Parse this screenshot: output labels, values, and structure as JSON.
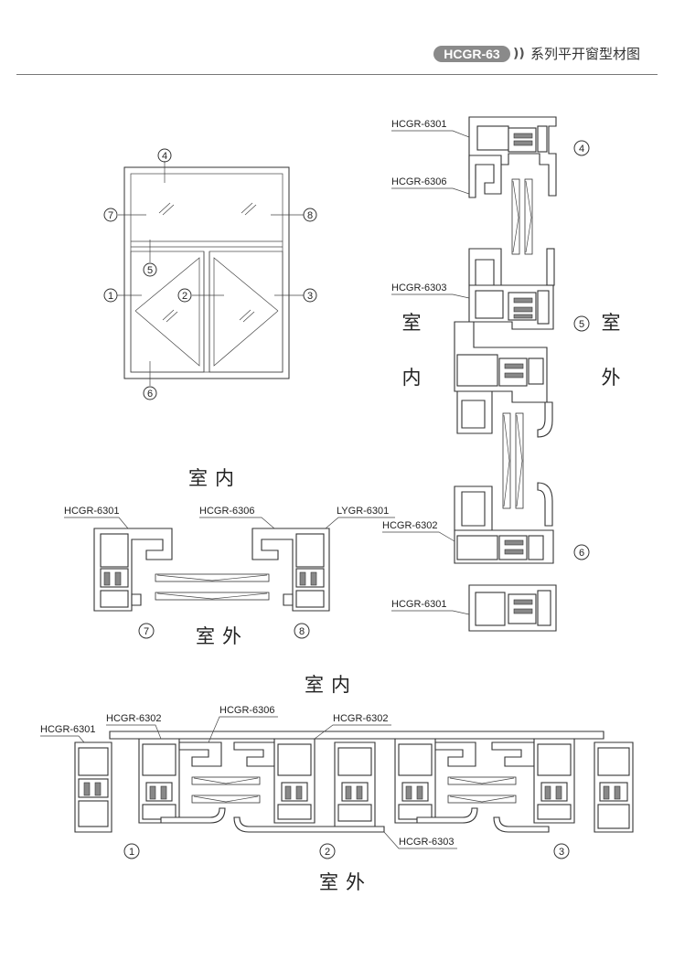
{
  "header": {
    "badge": "HCGR-63",
    "arrows": "))",
    "title": "系列平开窗型材图"
  },
  "labels": {
    "in_room": "室内",
    "outside": "室外",
    "in_char1": "室",
    "in_char2": "内",
    "out_char1": "室",
    "out_char2": "外"
  },
  "callouts": {
    "c1": "①",
    "c2": "②",
    "c3": "③",
    "c4": "④",
    "c5": "⑤",
    "c6": "⑥",
    "c7": "⑦",
    "c8": "⑧"
  },
  "parts": {
    "p6301": "HCGR-6301",
    "p6302": "HCGR-6302",
    "p6303": "HCGR-6303",
    "p6306": "HCGR-6306",
    "lygr6301": "LYGR-6301"
  }
}
